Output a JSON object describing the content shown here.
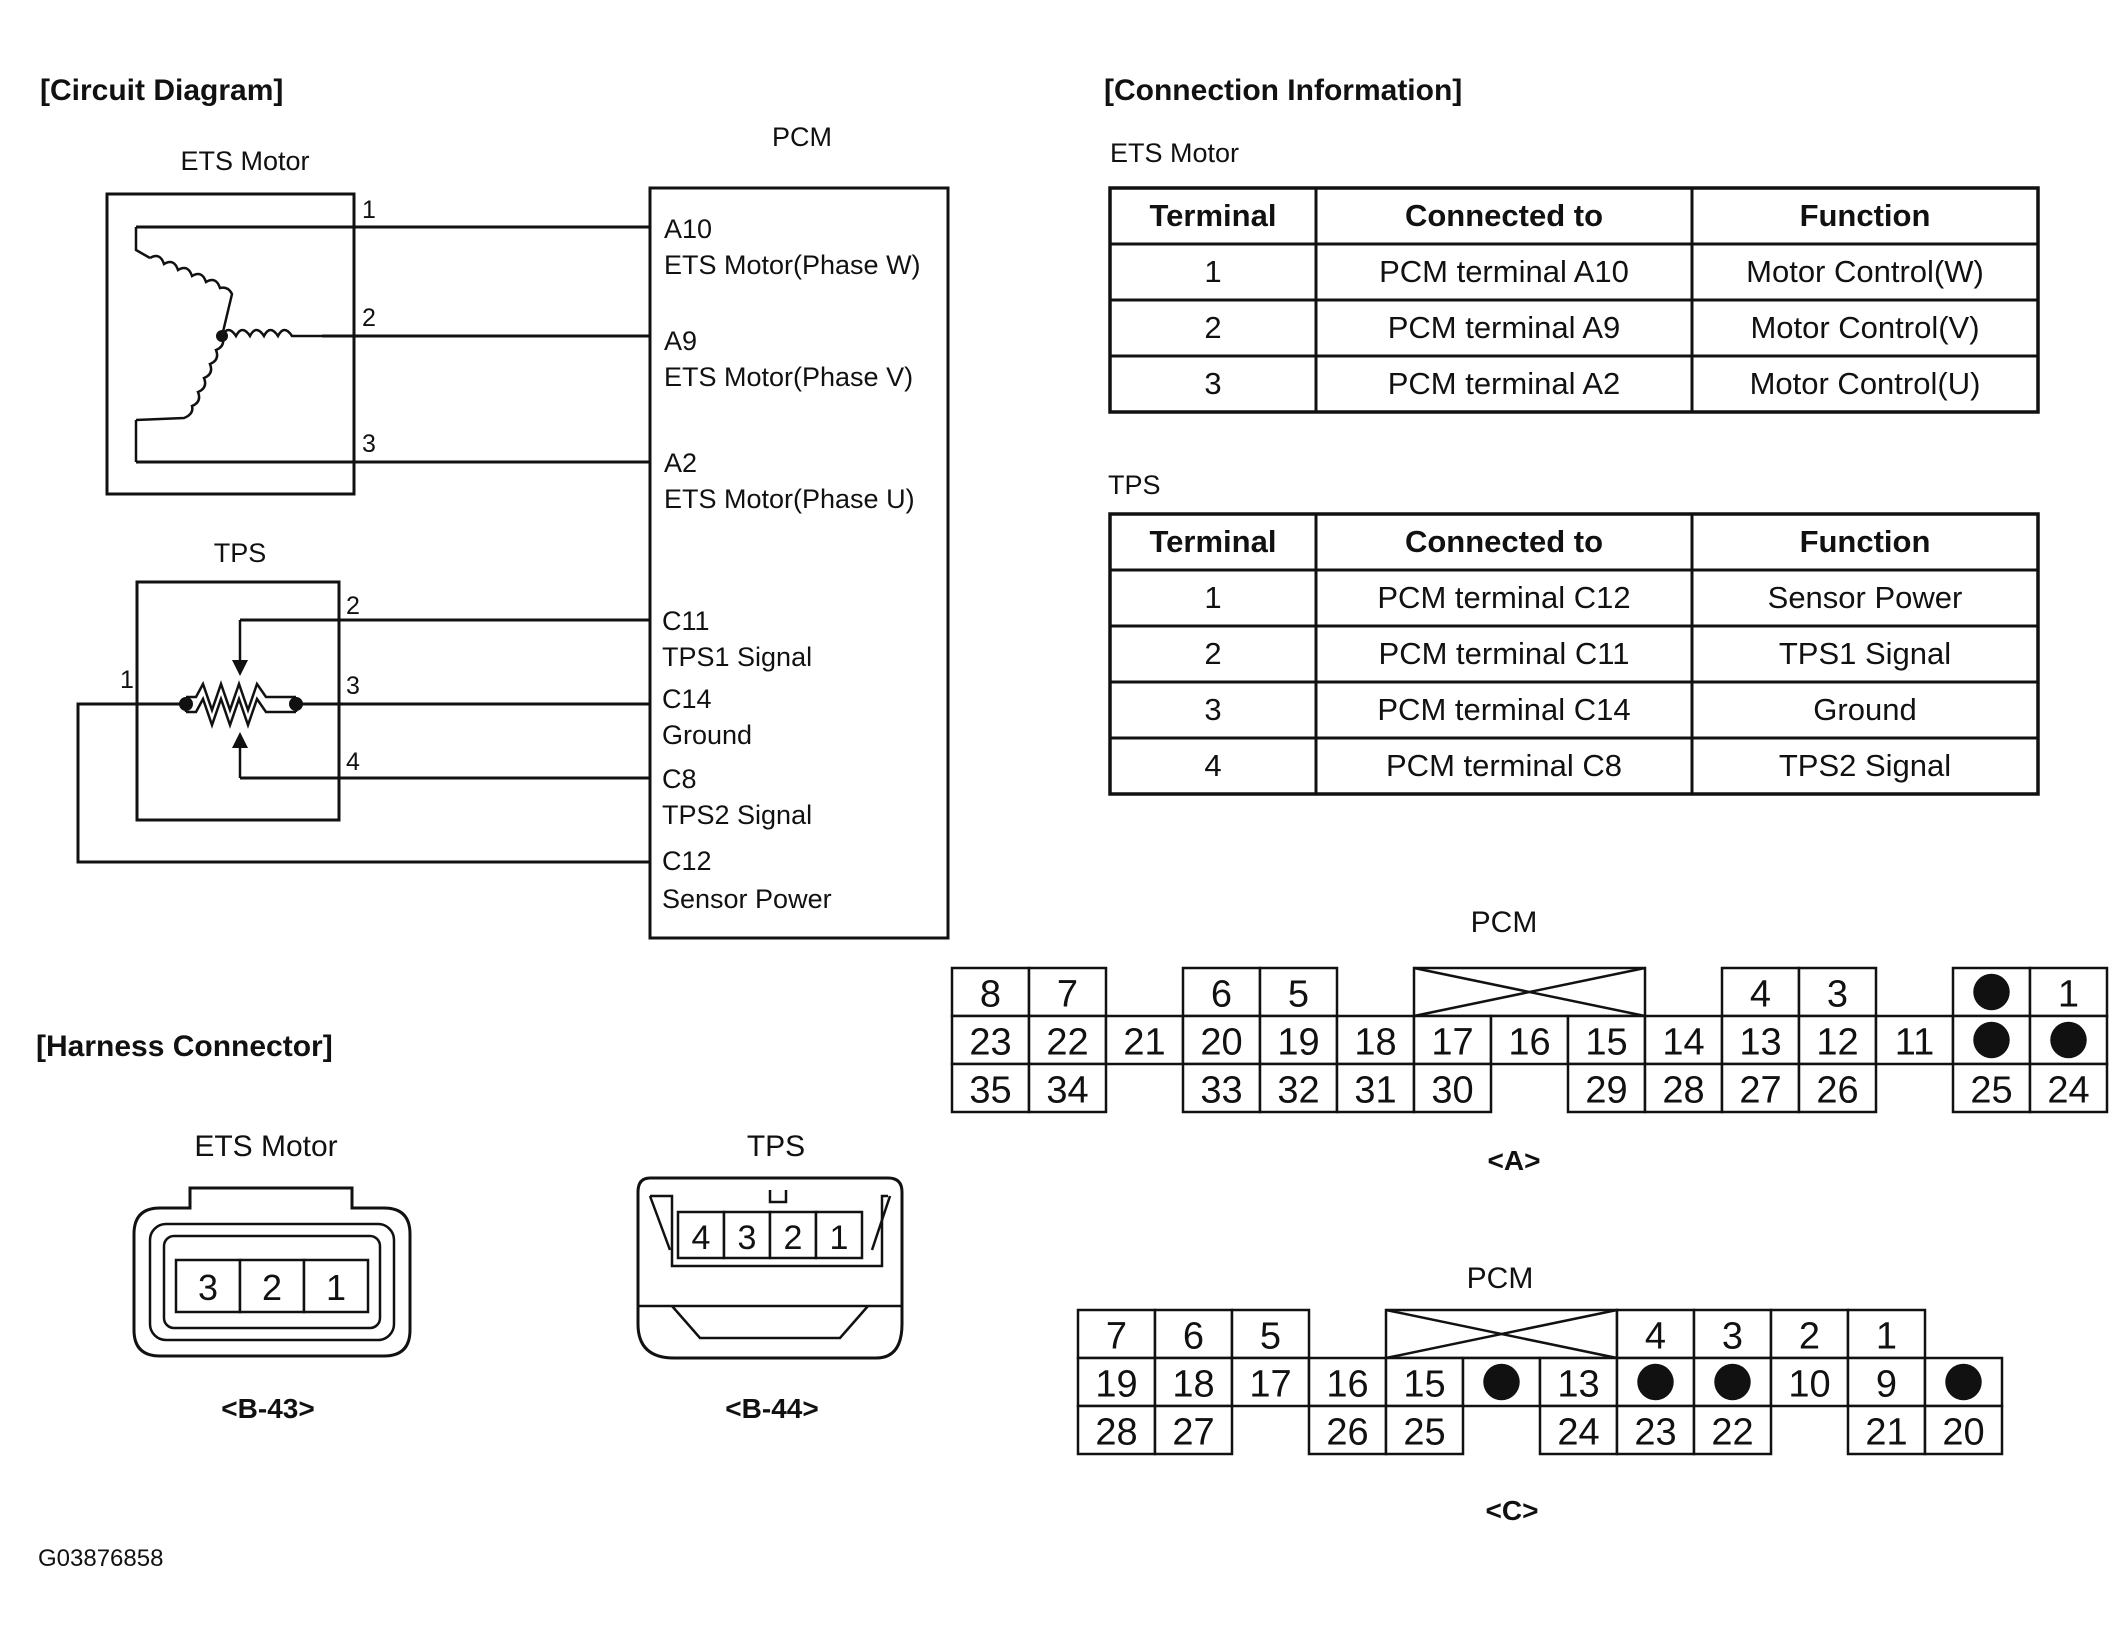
{
  "sections": {
    "circuit": "[Circuit Diagram]",
    "connection": "[Connection Information]",
    "harness": "[Harness Connector]"
  },
  "circuit": {
    "ets_motor_title": "ETS Motor",
    "pcm_title": "PCM",
    "tps_title": "TPS",
    "motor_pins": [
      "1",
      "2",
      "3"
    ],
    "tps_pins": [
      "1",
      "2",
      "3",
      "4"
    ],
    "pcm_pins": [
      {
        "code": "A10",
        "label": "ETS Motor(Phase W)"
      },
      {
        "code": "A9",
        "label": "ETS Motor(Phase V)"
      },
      {
        "code": "A2",
        "label": "ETS Motor(Phase U)"
      },
      {
        "code": "C11",
        "label": "TPS1 Signal"
      },
      {
        "code": "C14",
        "label": "Ground"
      },
      {
        "code": "C8",
        "label": "TPS2 Signal"
      },
      {
        "code": "C12",
        "label": " Sensor Power"
      }
    ]
  },
  "tables": [
    {
      "title": "ETS Motor",
      "headers": [
        "Terminal",
        "Connected to",
        "Function"
      ],
      "rows": [
        [
          "1",
          "PCM terminal A10",
          "Motor Control(W)"
        ],
        [
          "2",
          "PCM terminal A9",
          "Motor Control(V)"
        ],
        [
          "3",
          "PCM terminal A2",
          "Motor Control(U)"
        ]
      ]
    },
    {
      "title": "TPS",
      "headers": [
        "Terminal",
        "Connected to",
        "Function"
      ],
      "rows": [
        [
          "1",
          "PCM terminal C12",
          "Sensor Power"
        ],
        [
          "2",
          "PCM terminal C11",
          "TPS1 Signal"
        ],
        [
          "3",
          "PCM terminal C14",
          "Ground"
        ],
        [
          "4",
          "PCM terminal C8",
          "TPS2 Signal"
        ]
      ]
    }
  ],
  "pcm_a": {
    "title": "PCM",
    "caption": "<A>",
    "rows": [
      [
        "8",
        "7",
        "",
        "6",
        "5",
        "",
        "X",
        "X",
        "X",
        "",
        "4",
        "3",
        "",
        "*",
        "1"
      ],
      [
        "23",
        "22",
        "21",
        "20",
        "19",
        "18",
        "17",
        "16",
        "15",
        "14",
        "13",
        "12",
        "11",
        "*",
        "*"
      ],
      [
        "35",
        "34",
        "",
        "33",
        "32",
        "31",
        "30",
        "",
        "29",
        "28",
        "27",
        "26",
        "",
        "25",
        "24"
      ]
    ]
  },
  "pcm_c": {
    "title": "PCM",
    "caption": "<C>",
    "rows": [
      [
        "7",
        "6",
        "5",
        "",
        "X",
        "X",
        "X",
        "4",
        "3",
        "2",
        "1"
      ],
      [
        "19",
        "18",
        "17",
        "16",
        "15",
        "*",
        "13",
        "*",
        "*",
        "10",
        "9",
        "*"
      ],
      [
        "28",
        "27",
        "",
        "26",
        "25",
        "",
        "24",
        "23",
        "22",
        "",
        "21",
        "20"
      ]
    ]
  },
  "harness": {
    "ets_title": "ETS Motor",
    "ets_pins": [
      "3",
      "2",
      "1"
    ],
    "ets_caption": "<B-43>",
    "tps_title": "TPS",
    "tps_pins": [
      "4",
      "3",
      "2",
      "1"
    ],
    "tps_caption": "<B-44>"
  },
  "footer": {
    "code": "G03876858"
  }
}
